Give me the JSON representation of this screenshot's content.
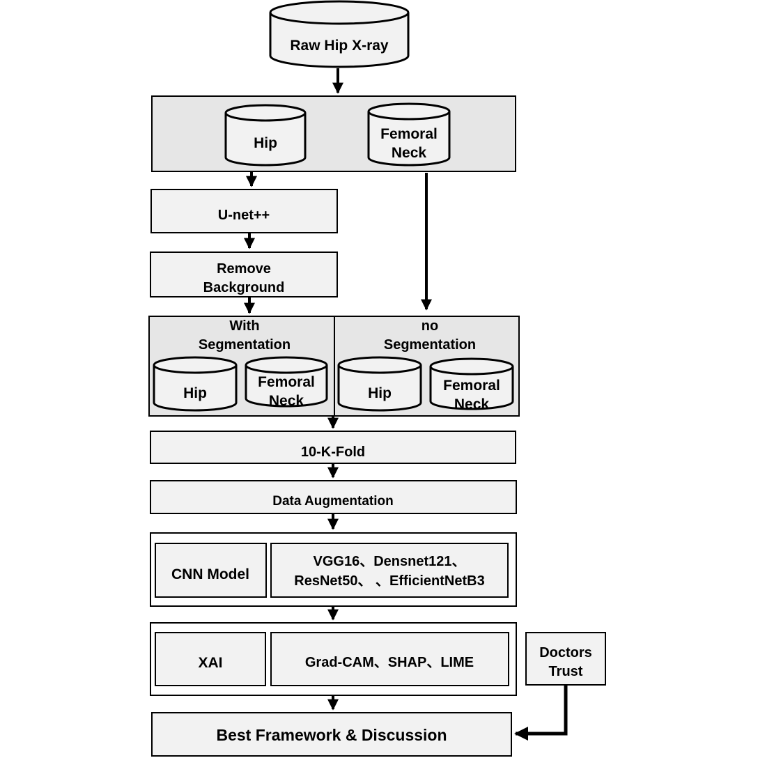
{
  "nodes": {
    "raw_xray": "Raw Hip X-ray",
    "hip_top": "Hip",
    "femoral_neck_top": [
      "Femoral",
      "Neck"
    ],
    "unet": "U-net++",
    "remove_background": [
      "Remove",
      "Background"
    ],
    "with_segmentation": [
      "With",
      "Segmentation"
    ],
    "no_segmentation": [
      "no",
      "Segmentation"
    ],
    "hip_with": "Hip",
    "femoral_neck_with": [
      "Femoral",
      "Neck"
    ],
    "hip_no": "Hip",
    "femoral_neck_no": [
      "Femoral",
      "Neck"
    ],
    "kfold": "10-K-Fold",
    "augmentation": "Data Augmentation",
    "cnn_label": "CNN Model",
    "cnn_models": [
      "VGG16、Densnet121、",
      "ResNet50、 、EfficientNetB3"
    ],
    "xai_label": "XAI",
    "xai_methods": "Grad-CAM、SHAP、LIME",
    "doctors_trust": [
      "Doctors",
      "Trust"
    ],
    "best_framework": "Best Framework & Discussion"
  },
  "colors": {
    "box_fill": "#f2f2f2",
    "panel_fill": "#e6e6e6",
    "stroke": "#000000"
  }
}
